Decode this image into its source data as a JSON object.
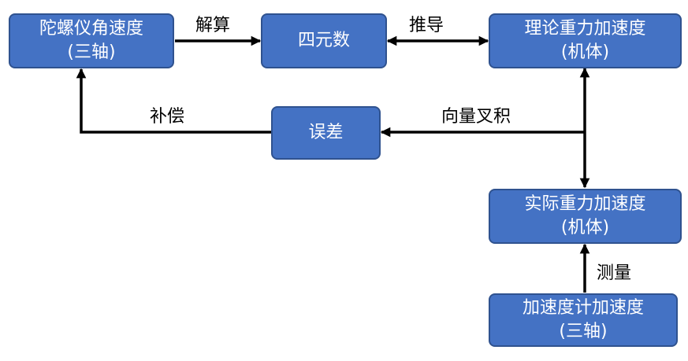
{
  "colors": {
    "node_fill": "#4472c4",
    "node_border": "#2f528f",
    "text_on_node": "#ffffff",
    "edge": "#000000"
  },
  "nodes": {
    "gyro": {
      "line1": "陀螺仪角速度",
      "line2": "(三轴)"
    },
    "quaternion": {
      "line1": "四元数"
    },
    "theoretical_gravity": {
      "line1": "理论重力加速度",
      "line2": "(机体)"
    },
    "error": {
      "line1": "误差"
    },
    "actual_gravity": {
      "line1": "实际重力加速度",
      "line2": "(机体)"
    },
    "accelerometer": {
      "line1": "加速度计加速度",
      "line2": "(三轴)"
    }
  },
  "edges": {
    "solve": "解算",
    "derive": "推导",
    "cross_product": "向量叉积",
    "compensate": "补偿",
    "measure": "测量"
  }
}
